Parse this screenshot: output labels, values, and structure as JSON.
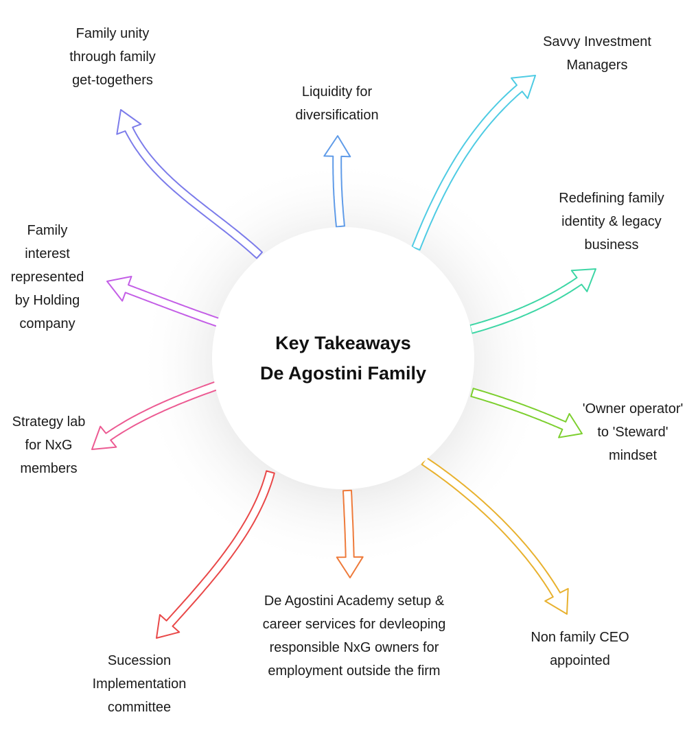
{
  "center": {
    "line1": "Key Takeaways",
    "line2": "De Agostini Family"
  },
  "takeaways": [
    {
      "lines": [
        "Family unity",
        "through family",
        "get-togethers"
      ],
      "color": "#7b7bea"
    },
    {
      "lines": [
        "Liquidity for",
        "diversification"
      ],
      "color": "#5f9be8"
    },
    {
      "lines": [
        "Savvy Investment",
        "Managers"
      ],
      "color": "#4ecbe3"
    },
    {
      "lines": [
        "Redefining family",
        "identity & legacy",
        "business"
      ],
      "color": "#3dd6a5"
    },
    {
      "lines": [
        "'Owner operator'",
        "to 'Steward'",
        "mindset"
      ],
      "color": "#7ccf2e"
    },
    {
      "lines": [
        "Non family CEO",
        "appointed"
      ],
      "color": "#e8b12e"
    },
    {
      "lines": [
        "De Agostini Academy setup &",
        "career services for devleoping",
        "responsible NxG owners for",
        "employment outside the firm"
      ],
      "color": "#ee7a3a"
    },
    {
      "lines": [
        "Sucession",
        "Implementation",
        "committee"
      ],
      "color": "#e94848"
    },
    {
      "lines": [
        "Strategy lab",
        "for NxG",
        "members"
      ],
      "color": "#ec5a92"
    },
    {
      "lines": [
        "Family",
        "interest",
        "represented",
        "by Holding",
        "company"
      ],
      "color": "#c35ee6"
    }
  ]
}
